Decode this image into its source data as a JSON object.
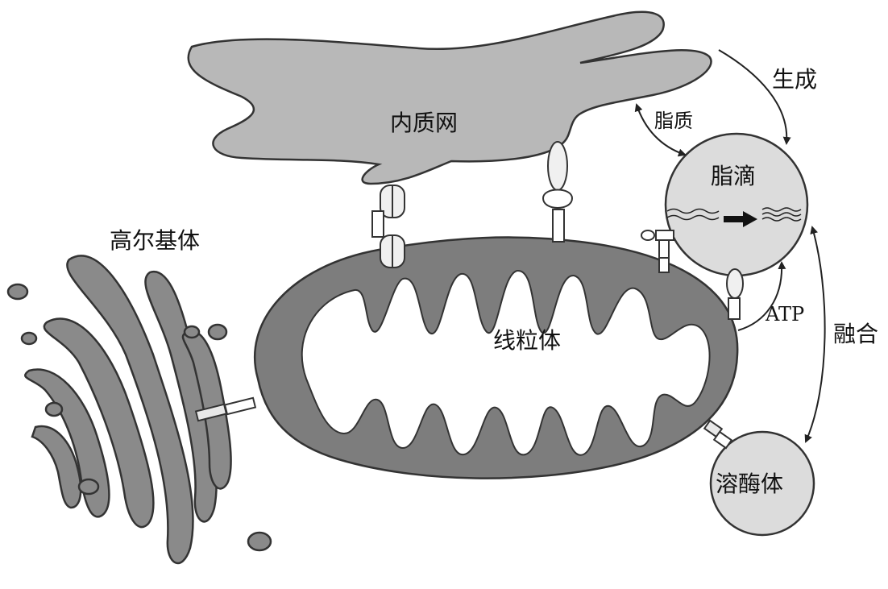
{
  "labels": {
    "er": "内质网",
    "golgi": "高尔基体",
    "mito": "线粒体",
    "lipid_droplet": "脂滴",
    "lysosome": "溶酶体",
    "lipid": "脂质",
    "generate": "生成",
    "atp": "ATP",
    "fusion": "融合"
  },
  "colors": {
    "organelle_fill": "#b8b8b8",
    "mito_fill": "#7d7d7d",
    "golgi_fill": "#8a8a8a",
    "droplet_fill": "#dcdcdc",
    "stroke": "#333333"
  }
}
